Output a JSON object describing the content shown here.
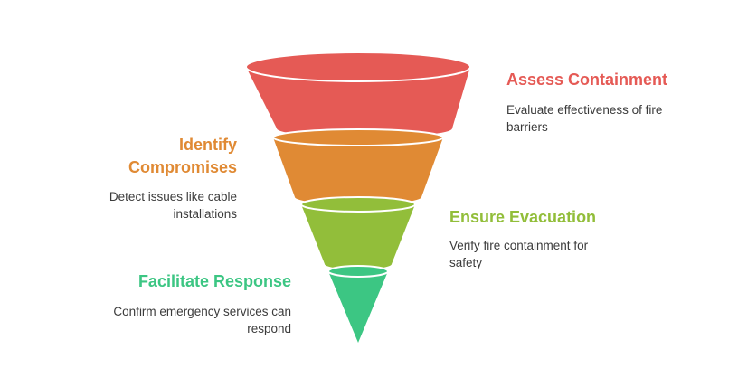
{
  "stages": [
    {
      "title": "Assess Containment",
      "description": "Evaluate effectiveness of fire barriers",
      "color": "#e55a55"
    },
    {
      "title": "Identify Compromises",
      "description": "Detect issues like cable installations",
      "color": "#e08a34"
    },
    {
      "title": "Ensure Evacuation",
      "description": "Verify fire containment for safety",
      "color": "#92be3a"
    },
    {
      "title": "Facilitate Response",
      "description": "Confirm emergency services can respond",
      "color": "#3cc683"
    }
  ]
}
